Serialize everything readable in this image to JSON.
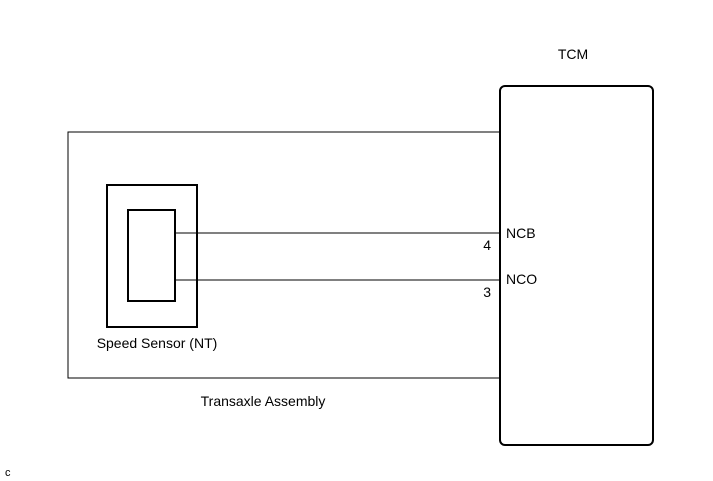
{
  "tcm": {
    "label": "TCM"
  },
  "assembly": {
    "label": "Transaxle Assembly"
  },
  "sensor": {
    "label": "Speed Sensor (NT)"
  },
  "terminals": [
    {
      "name": "NCB",
      "pin": "4"
    },
    {
      "name": "NCO",
      "pin": "3"
    }
  ],
  "corner_code": "c"
}
